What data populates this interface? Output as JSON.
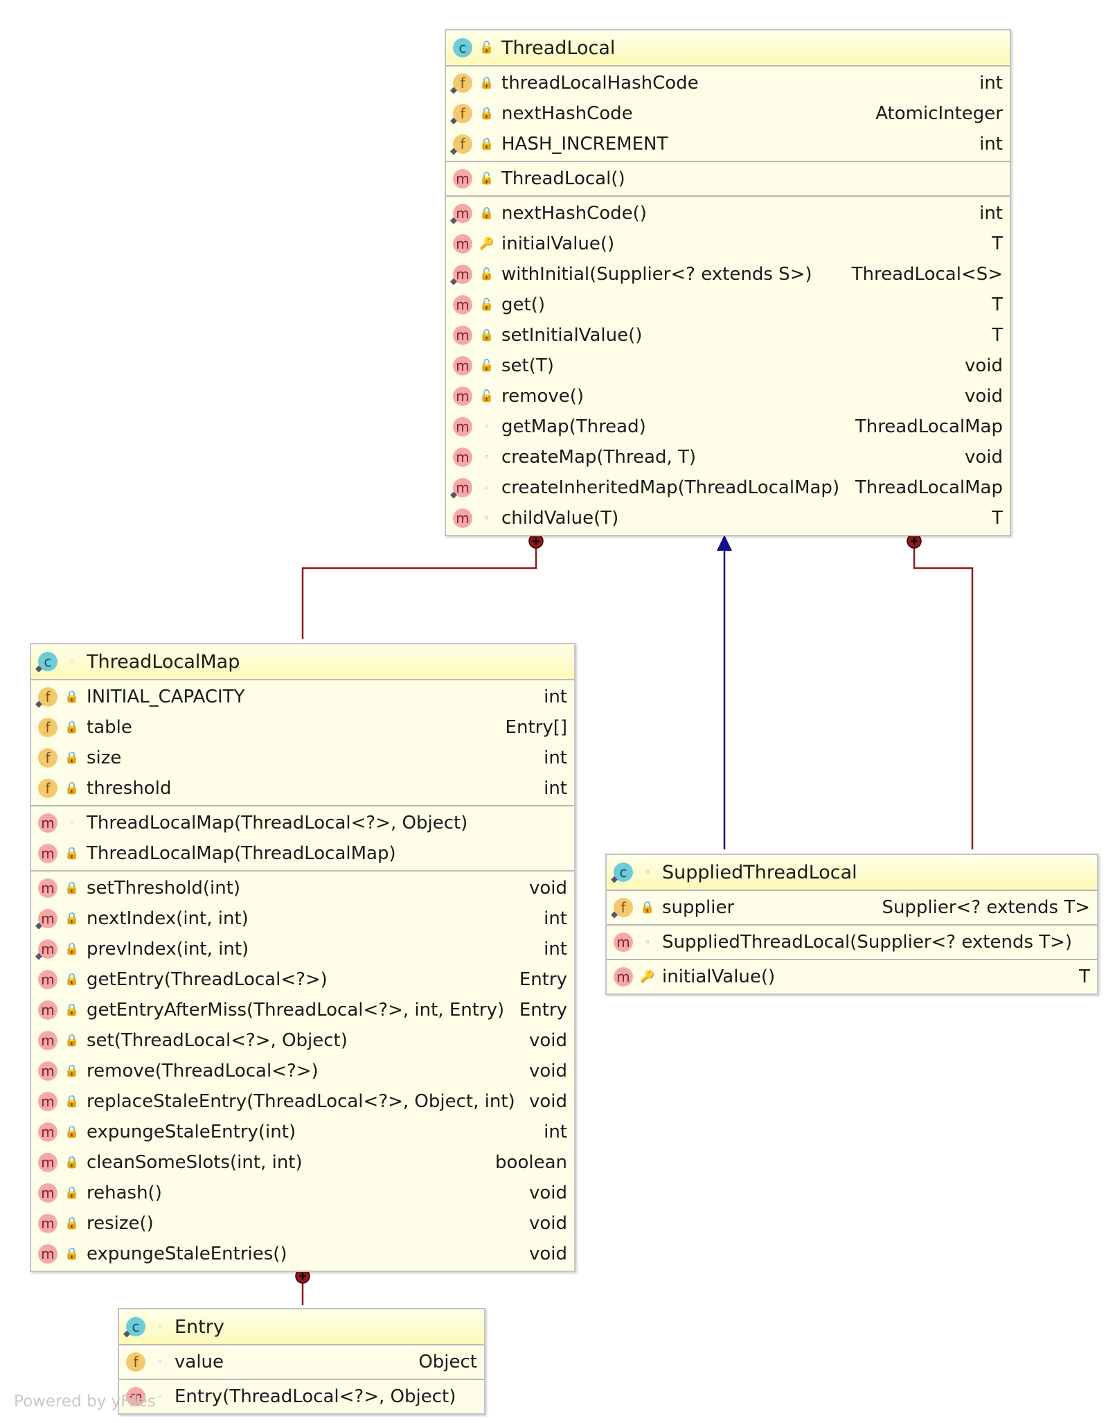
{
  "classes": {
    "thread_local": {
      "name": "ThreadLocal",
      "kind": "c",
      "visibility": "public",
      "fields": [
        {
          "kind": "f",
          "static": true,
          "visibility": "private",
          "name": "threadLocalHashCode",
          "type": "int"
        },
        {
          "kind": "f",
          "static": true,
          "visibility": "private",
          "name": "nextHashCode",
          "type": "AtomicInteger"
        },
        {
          "kind": "f",
          "static": true,
          "visibility": "private",
          "name": "HASH_INCREMENT",
          "type": "int"
        }
      ],
      "constructors": [
        {
          "kind": "m",
          "static": false,
          "visibility": "public",
          "name": "ThreadLocal()",
          "type": ""
        }
      ],
      "methods": [
        {
          "kind": "m",
          "static": true,
          "visibility": "private",
          "name": "nextHashCode()",
          "type": "int"
        },
        {
          "kind": "m",
          "static": false,
          "visibility": "protected",
          "name": "initialValue()",
          "type": "T"
        },
        {
          "kind": "m",
          "static": true,
          "visibility": "public",
          "name": "withInitial(Supplier<? extends S>)",
          "type": "ThreadLocal<S>"
        },
        {
          "kind": "m",
          "static": false,
          "visibility": "public",
          "name": "get()",
          "type": "T"
        },
        {
          "kind": "m",
          "static": false,
          "visibility": "private",
          "name": "setInitialValue()",
          "type": "T"
        },
        {
          "kind": "m",
          "static": false,
          "visibility": "public",
          "name": "set(T)",
          "type": "void"
        },
        {
          "kind": "m",
          "static": false,
          "visibility": "public",
          "name": "remove()",
          "type": "void"
        },
        {
          "kind": "m",
          "static": false,
          "visibility": "package",
          "name": "getMap(Thread)",
          "type": "ThreadLocalMap"
        },
        {
          "kind": "m",
          "static": false,
          "visibility": "package",
          "name": "createMap(Thread, T)",
          "type": "void"
        },
        {
          "kind": "m",
          "static": true,
          "visibility": "package",
          "name": "createInheritedMap(ThreadLocalMap)",
          "type": "ThreadLocalMap"
        },
        {
          "kind": "m",
          "static": false,
          "visibility": "package",
          "name": "childValue(T)",
          "type": "T"
        }
      ]
    },
    "thread_local_map": {
      "name": "ThreadLocalMap",
      "kind": "c",
      "static": true,
      "visibility": "package",
      "fields": [
        {
          "kind": "f",
          "static": true,
          "visibility": "private",
          "name": "INITIAL_CAPACITY",
          "type": "int"
        },
        {
          "kind": "f",
          "static": false,
          "visibility": "private",
          "name": "table",
          "type": "Entry[]"
        },
        {
          "kind": "f",
          "static": false,
          "visibility": "private",
          "name": "size",
          "type": "int"
        },
        {
          "kind": "f",
          "static": false,
          "visibility": "private",
          "name": "threshold",
          "type": "int"
        }
      ],
      "constructors": [
        {
          "kind": "m",
          "static": false,
          "visibility": "package",
          "name": "ThreadLocalMap(ThreadLocal<?>, Object)",
          "type": ""
        },
        {
          "kind": "m",
          "static": false,
          "visibility": "private",
          "name": "ThreadLocalMap(ThreadLocalMap)",
          "type": ""
        }
      ],
      "methods": [
        {
          "kind": "m",
          "static": false,
          "visibility": "private",
          "name": "setThreshold(int)",
          "type": "void"
        },
        {
          "kind": "m",
          "static": true,
          "visibility": "private",
          "name": "nextIndex(int, int)",
          "type": "int"
        },
        {
          "kind": "m",
          "static": true,
          "visibility": "private",
          "name": "prevIndex(int, int)",
          "type": "int"
        },
        {
          "kind": "m",
          "static": false,
          "visibility": "private",
          "name": "getEntry(ThreadLocal<?>)",
          "type": "Entry"
        },
        {
          "kind": "m",
          "static": false,
          "visibility": "private",
          "name": "getEntryAfterMiss(ThreadLocal<?>, int, Entry)",
          "type": "Entry"
        },
        {
          "kind": "m",
          "static": false,
          "visibility": "private",
          "name": "set(ThreadLocal<?>, Object)",
          "type": "void"
        },
        {
          "kind": "m",
          "static": false,
          "visibility": "private",
          "name": "remove(ThreadLocal<?>)",
          "type": "void"
        },
        {
          "kind": "m",
          "static": false,
          "visibility": "private",
          "name": "replaceStaleEntry(ThreadLocal<?>, Object, int)",
          "type": "void"
        },
        {
          "kind": "m",
          "static": false,
          "visibility": "private",
          "name": "expungeStaleEntry(int)",
          "type": "int"
        },
        {
          "kind": "m",
          "static": false,
          "visibility": "private",
          "name": "cleanSomeSlots(int, int)",
          "type": "boolean"
        },
        {
          "kind": "m",
          "static": false,
          "visibility": "private",
          "name": "rehash()",
          "type": "void"
        },
        {
          "kind": "m",
          "static": false,
          "visibility": "private",
          "name": "resize()",
          "type": "void"
        },
        {
          "kind": "m",
          "static": false,
          "visibility": "private",
          "name": "expungeStaleEntries()",
          "type": "void"
        }
      ]
    },
    "supplied_thread_local": {
      "name": "SuppliedThreadLocal",
      "kind": "c",
      "static": true,
      "visibility": "package",
      "fields": [
        {
          "kind": "f",
          "static": true,
          "visibility": "private",
          "name": "supplier",
          "type": "Supplier<? extends T>"
        }
      ],
      "constructors": [
        {
          "kind": "m",
          "static": false,
          "visibility": "package",
          "name": "SuppliedThreadLocal(Supplier<? extends T>)",
          "type": ""
        }
      ],
      "methods": [
        {
          "kind": "m",
          "static": false,
          "visibility": "protected",
          "name": "initialValue()",
          "type": "T"
        }
      ]
    },
    "entry": {
      "name": "Entry",
      "kind": "c",
      "static": true,
      "visibility": "package",
      "fields": [
        {
          "kind": "f",
          "static": false,
          "visibility": "package",
          "name": "value",
          "type": "Object"
        }
      ],
      "constructors": [
        {
          "kind": "m",
          "static": false,
          "visibility": "package",
          "name": "Entry(ThreadLocal<?>, Object)",
          "type": ""
        }
      ],
      "methods": []
    }
  },
  "relations": [
    {
      "type": "nested",
      "from": "ThreadLocalMap",
      "to": "ThreadLocal",
      "color": "#8b1a1a"
    },
    {
      "type": "inheritance",
      "from": "SuppliedThreadLocal",
      "to": "ThreadLocal",
      "color": "#101088"
    },
    {
      "type": "nested",
      "from": "SuppliedThreadLocal",
      "to": "ThreadLocal",
      "color": "#8b1a1a"
    },
    {
      "type": "nested",
      "from": "Entry",
      "to": "ThreadLocalMap",
      "color": "#8b1a1a"
    }
  ],
  "icons": {
    "visibility": {
      "private": "lock-icon",
      "public": "open-lock-icon",
      "package": "package-dot-icon",
      "protected": "key-icon"
    },
    "static": "pin-icon"
  },
  "footer": "Powered by yFiles"
}
